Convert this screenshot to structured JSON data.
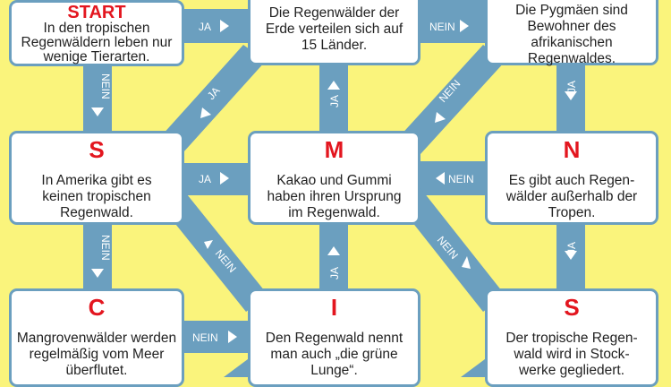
{
  "colors": {
    "background": "#faf47c",
    "connector": "#6b9fbf",
    "letter": "#e3161f"
  },
  "boxes": [
    {
      "letter": "START",
      "text": "In den tropischen Regenwäldern leben nur wenige Tierarten."
    },
    {
      "letter": "",
      "text": "Die Regenwälder der Erde verteilen sich auf 15 Länder."
    },
    {
      "letter": "",
      "text": "Die Pygmäen sind Bewohner des afrikanischen Regenwaldes."
    },
    {
      "letter": "S",
      "text": "In Amerika gibt es keinen tropischen Regenwald."
    },
    {
      "letter": "M",
      "text": "Kakao und Gummi haben ihren Ursprung im Regenwald."
    },
    {
      "letter": "N",
      "text": "Es gibt auch Regen­wälder außerhalb der Tropen."
    },
    {
      "letter": "C",
      "text": "Mangrovenwälder werden regelmäßig vom Meer überflutet."
    },
    {
      "letter": "I",
      "text": "Den Regenwald nennt man auch „die grüne Lunge“."
    },
    {
      "letter": "S",
      "text": "Der tropische Regen­wald wird in Stock­werke gegliedert."
    }
  ],
  "labels": {
    "ja": "JA",
    "nein": "NEIN"
  }
}
